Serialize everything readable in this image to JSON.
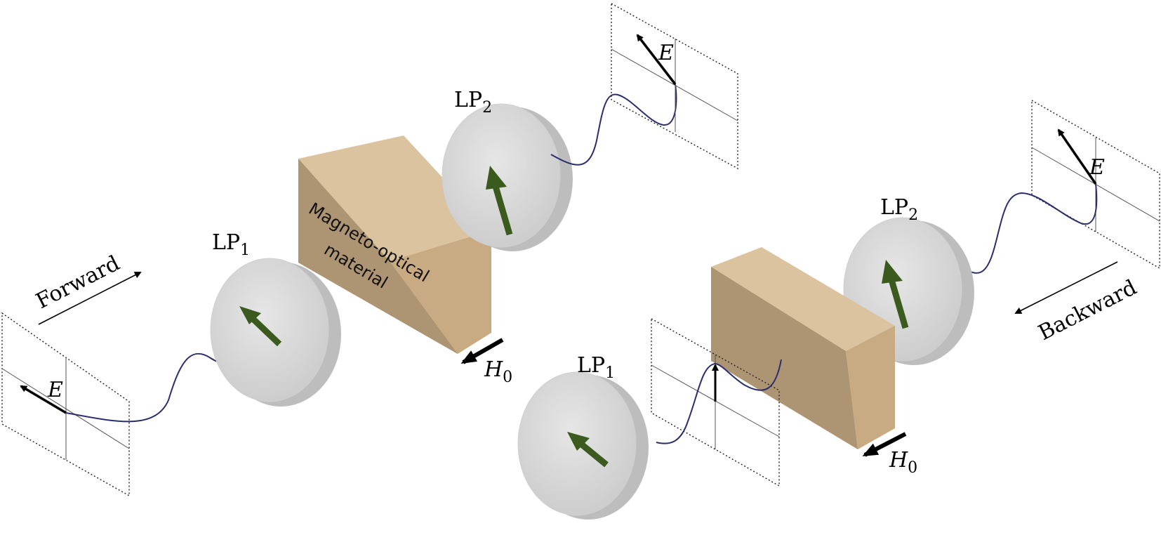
{
  "colors": {
    "box_front": "#ad9472",
    "box_top": "#dbc39f",
    "box_side": "#cdb18a",
    "polarizer_face": "#d7d7d7",
    "polarizer_rim": "#bcbcbc",
    "polarizer_arrow": "#3a5a1e",
    "wave": "#2a2e6b",
    "arrow": "#000000"
  },
  "left_setup": {
    "direction_label": "Forward",
    "lp1_label": "LP",
    "lp1_sub": "1",
    "lp2_label": "LP",
    "lp2_sub": "2",
    "material_line1": "Magneto-optical",
    "material_line2": "material",
    "field_label": "H",
    "field_sub": "0",
    "e_in_label": "E",
    "e_out_label": "E"
  },
  "right_setup": {
    "direction_label": "Backward",
    "lp1_label": "LP",
    "lp1_sub": "1",
    "lp2_label": "LP",
    "lp2_sub": "2",
    "field_label": "H",
    "field_sub": "0",
    "e_label": "E"
  }
}
